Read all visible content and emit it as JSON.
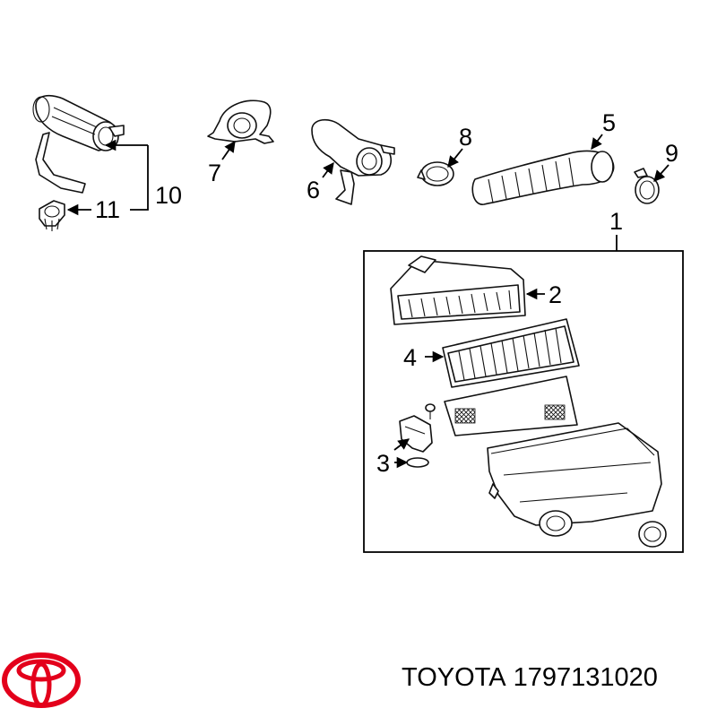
{
  "callouts": {
    "c1": "1",
    "c2": "2",
    "c3": "3",
    "c4": "4",
    "c5": "5",
    "c6": "6",
    "c7": "7",
    "c8": "8",
    "c9": "9",
    "c10": "10",
    "c11": "11"
  },
  "brand": {
    "name": "TOYOTA",
    "part_number": "1797131020"
  },
  "colors": {
    "logo_red": "#e3001b",
    "ink": "#000000"
  }
}
